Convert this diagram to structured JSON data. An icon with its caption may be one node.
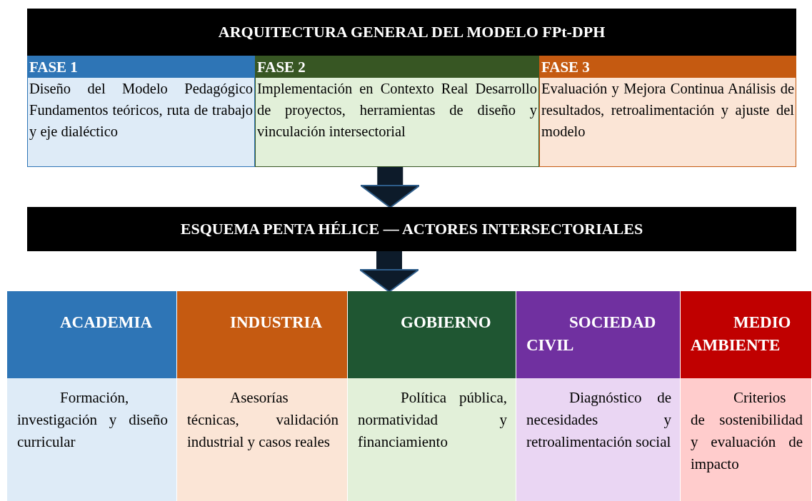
{
  "diagram": {
    "nodes": [
      {
        "text": [
          "ARQUITECTURA GENERAL DEL MODELO FPt-DPH"
        ]
      },
      {
        "text": [
          "FASE 1",
          "Diseño del Modelo Pedagógico Fundamentos teóricos, ruta de trabajo y eje dialéctico"
        ]
      },
      {
        "text": [
          "FASE 2",
          "Implementación en Contexto Real Desarrollo de proyectos, herramientas de diseño y vinculación intersectorial"
        ]
      },
      {
        "text": [
          "FASE 3",
          "Evaluación y Mejora Continua Análisis de resultados, retroalimentación y ajuste del modelo"
        ]
      },
      {
        "text": [
          "ESQUEMA PENTA HÉLICE — ACTORES INTERSECTORIALES"
        ]
      },
      {
        "text": [
          "ACADEMIA",
          "Formación, investigación y diseño curricular"
        ]
      },
      {
        "text": [
          "INDUSTRIA",
          "Asesorías técnicas, validación industrial y casos reales"
        ]
      },
      {
        "text": [
          "GOBIERNO",
          "Política pública, normatividad y financiamiento"
        ]
      },
      {
        "text": [
          "SOCIEDAD CIVIL",
          "Diagnóstico de necesidades y retroalimentación social"
        ]
      },
      {
        "text": [
          "MEDIO AMBIENTE",
          "Criterios de sostenibilidad y evaluación de impacto"
        ]
      }
    ],
    "edges": [
      {
        "from": 2,
        "to": 4,
        "arrow": "to"
      },
      {
        "from": 4,
        "to": 7,
        "arrow": "to"
      }
    ]
  }
}
